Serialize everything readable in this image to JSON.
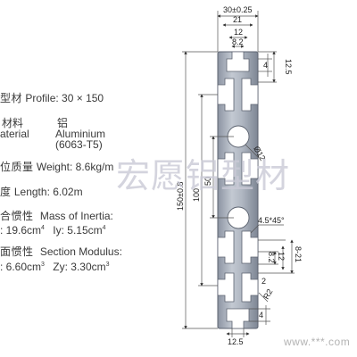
{
  "specs": {
    "profile_cn": "型材",
    "profile_en": "Profile: 30 × 150",
    "material_cn": "材料",
    "material_cn2": "铝",
    "material_en": "aterial",
    "material_value": "Aluminium",
    "material_grade": "(6063-T5)",
    "weight_cn": "位质量",
    "weight_en": "Weight: 8.6kg/m",
    "length_cn": "度",
    "length_en": "Length: 6.02m",
    "inertia_cn": "合惯性",
    "inertia_en": "Mass of Inertia:",
    "inertia_ix": ": 19.6cm",
    "inertia_iy": "Iy: 5.15cm",
    "inertia_exp": "4",
    "modulus_cn": "面惯性",
    "modulus_en": "Section Modulus:",
    "modulus_zx": ": 6.60cm",
    "modulus_zy": "Zy: 3.30cm",
    "modulus_exp": "3"
  },
  "dimensions": {
    "width_total": "30±0.25",
    "width_21": "21",
    "width_12": "12",
    "width_8_2": "8.2",
    "slot_4": "4",
    "slot_12_5_top": "12.5",
    "hole_dia": "Ø12",
    "height_total": "150±0.8",
    "height_100": "100",
    "height_50": "50",
    "chamfer": "4.5*45°",
    "slot_12": "12",
    "slot_8_2": "8.2",
    "slot_8_21": "8-21",
    "slot_2": "2",
    "radius_r2": "R2",
    "slot_4_bottom": "4",
    "slot_12_5_bottom": "12.5"
  },
  "watermark": "宏愿铝型材",
  "footer": "www.***.com"
}
